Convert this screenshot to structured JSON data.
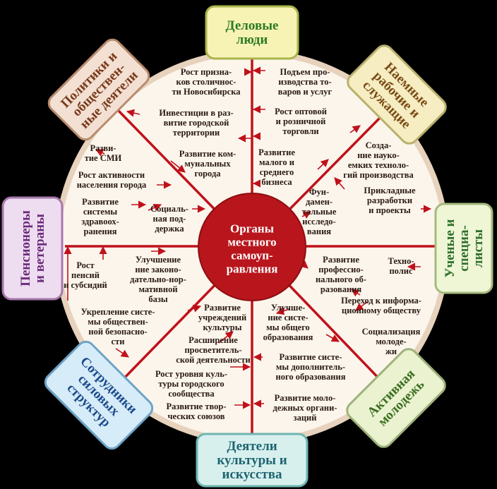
{
  "colors": {
    "background": "#000000",
    "disc": "#fbf5ec",
    "spoke": "#c0111b",
    "center": "#b8151c",
    "rim": "#f0e1cf"
  },
  "center": {
    "lines": [
      "Органы",
      "местного",
      "самоуп-",
      "равления"
    ]
  },
  "boxes": [
    {
      "id": "business",
      "lines": [
        "Деловые",
        "люди"
      ],
      "fill": "#f7f3b5",
      "stroke": "#a9b44a",
      "text": "#2e7b25"
    },
    {
      "id": "workers",
      "lines": [
        "Наемные",
        "рабочие и",
        "служащие"
      ],
      "fill": "#f6edc2",
      "stroke": "#b9b06e",
      "text": "#7a4b15"
    },
    {
      "id": "scientists",
      "lines": [
        "Ученые и",
        "специа-",
        "листы"
      ],
      "fill": "#eef6d6",
      "stroke": "#a5b97e",
      "text": "#2f6e2b"
    },
    {
      "id": "youth",
      "lines": [
        "Активная",
        "молодежь"
      ],
      "fill": "#eaf2d0",
      "stroke": "#9eb27a",
      "text": "#3b6e20"
    },
    {
      "id": "culture",
      "lines": [
        "Деятели",
        "культуры и",
        "искусства"
      ],
      "fill": "#d7f0ee",
      "stroke": "#6fb5b0",
      "text": "#1d6470"
    },
    {
      "id": "security",
      "lines": [
        "Сотрудники",
        "силовых",
        "структур"
      ],
      "fill": "#d6ecf8",
      "stroke": "#6ea3c8",
      "text": "#1c4b8c"
    },
    {
      "id": "pensioners",
      "lines": [
        "Пенсионеры",
        "и ветераны"
      ],
      "fill": "#eedcf0",
      "stroke": "#a777ad",
      "text": "#6a2a7a"
    },
    {
      "id": "politicians",
      "lines": [
        "Политики и",
        "обществен-",
        "ные деятели"
      ],
      "fill": "#f3e0d3",
      "stroke": "#b88c6e",
      "text": "#7a3a1a"
    }
  ],
  "labels": [
    {
      "id": "capital",
      "lines": [
        "Рост призна-",
        "ков столичнос-",
        "ти Новосибирска"
      ]
    },
    {
      "id": "investment",
      "lines": [
        "Инвестиции в раз-",
        "витие городской",
        "территории"
      ]
    },
    {
      "id": "communal",
      "lines": [
        "Развитие ком-",
        "мунальных",
        "города"
      ]
    },
    {
      "id": "media",
      "lines": [
        "Разви-",
        "тие СМИ"
      ]
    },
    {
      "id": "activity",
      "lines": [
        "Рост активности",
        "населения города"
      ]
    },
    {
      "id": "health",
      "lines": [
        "Развитие",
        "системы",
        "здравоох-",
        "ранения"
      ]
    },
    {
      "id": "social",
      "lines": [
        "Социаль-",
        "ная под-",
        "держка"
      ]
    },
    {
      "id": "production",
      "lines": [
        "Подъем про-",
        "изводства то-",
        "варов и услуг"
      ]
    },
    {
      "id": "trade",
      "lines": [
        "Рост оптовой",
        "и розничной",
        "торговли"
      ]
    },
    {
      "id": "smallbiz",
      "lines": [
        "Развитие",
        "малого и",
        "среднего",
        "бизнеса"
      ]
    },
    {
      "id": "hightech",
      "lines": [
        "Созда-",
        "ние науко-",
        "емких техноло-",
        "гий производства"
      ]
    },
    {
      "id": "applied",
      "lines": [
        "Прикладные",
        "разработки",
        "и проекты"
      ]
    },
    {
      "id": "fundamental",
      "lines": [
        "Фун-",
        "дамен-",
        "тальные",
        "исследо-",
        "вания"
      ]
    },
    {
      "id": "pensions",
      "lines": [
        "Рост",
        "пенсий",
        "и субсидий"
      ]
    },
    {
      "id": "law",
      "lines": [
        "Улучшение",
        "ние законо-",
        "дательно-нор-",
        "мативной",
        "базы"
      ]
    },
    {
      "id": "safety",
      "lines": [
        "Укрепление систе-",
        "мы обществен-",
        "ной безопасно-",
        "сти"
      ]
    },
    {
      "id": "institutions",
      "lines": [
        "Развитие",
        "учреждений",
        "культуры"
      ]
    },
    {
      "id": "education",
      "lines": [
        "Расширение",
        "просветитель-",
        "ской деятельности"
      ]
    },
    {
      "id": "community",
      "lines": [
        "Рост уровня куль-",
        "туры городского",
        "сообщества"
      ]
    },
    {
      "id": "unions",
      "lines": [
        "Развитие твор-",
        "ческих союзов"
      ]
    },
    {
      "id": "technopolis",
      "lines": [
        "Техно-",
        "полис"
      ]
    },
    {
      "id": "profedu",
      "lines": [
        "Развитие",
        "профессио-",
        "нального об-",
        "разования"
      ]
    },
    {
      "id": "infosociety",
      "lines": [
        "Переход к информа-",
        "ционному обществу"
      ]
    },
    {
      "id": "generaledu",
      "lines": [
        "Улучше-",
        "ние систе-",
        "мы общего",
        "образования"
      ]
    },
    {
      "id": "socialization",
      "lines": [
        "Социализация",
        "молоде-",
        "жи"
      ]
    },
    {
      "id": "extraedu",
      "lines": [
        "Развитие систе-",
        "мы дополнитель-",
        "ного образования"
      ]
    },
    {
      "id": "youthorgs",
      "lines": [
        "Развитие моло-",
        "дежных органи-",
        "заций"
      ]
    }
  ]
}
